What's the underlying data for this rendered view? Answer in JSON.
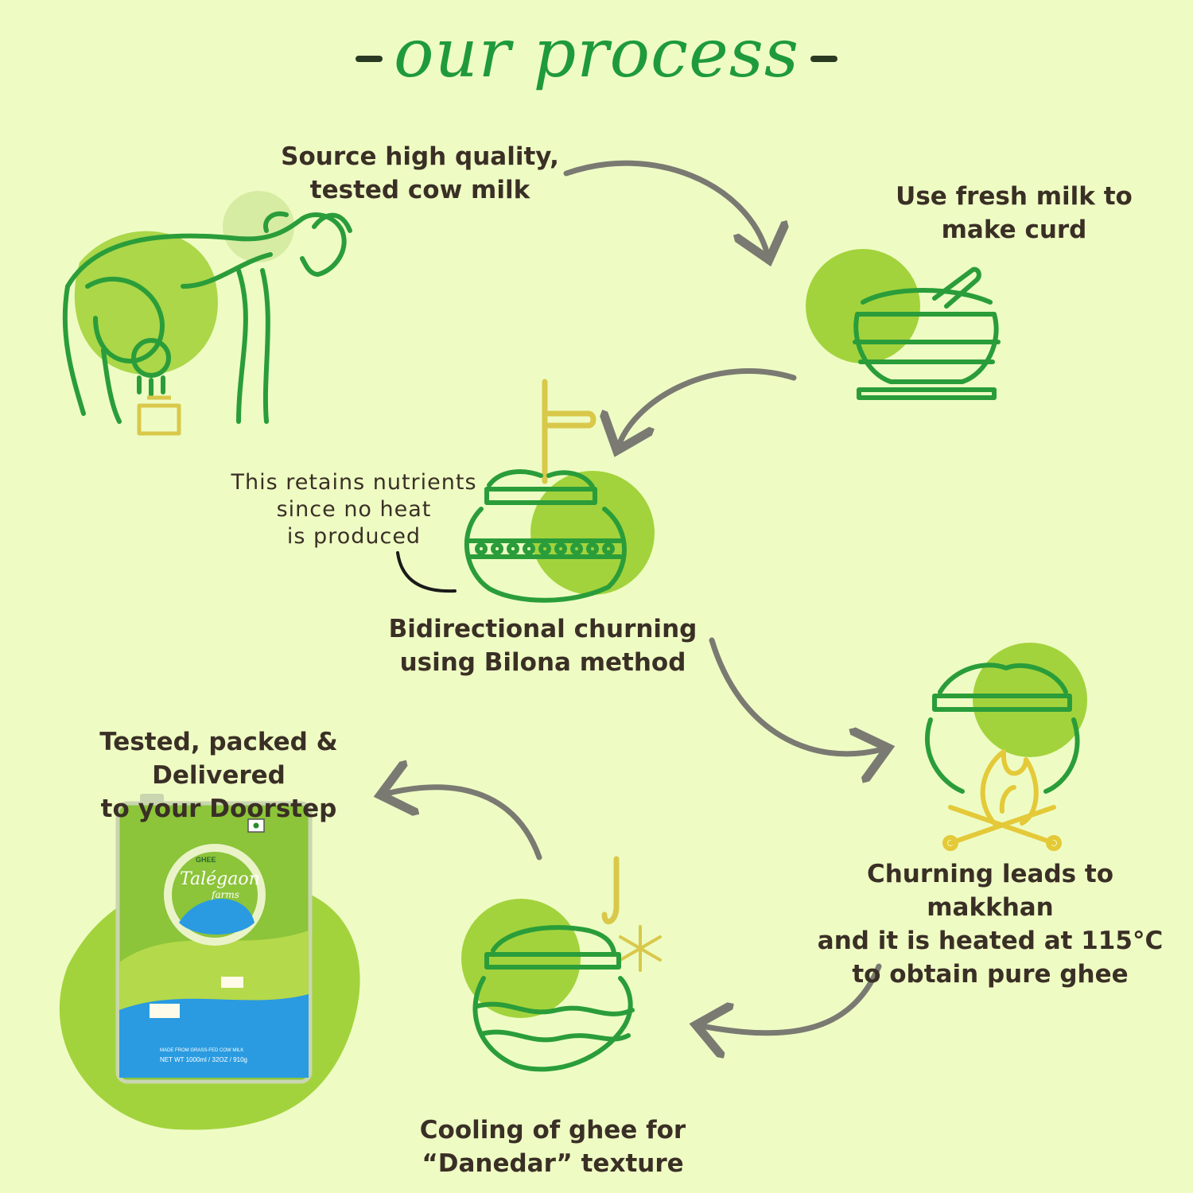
{
  "header": {
    "title": "our process"
  },
  "steps": {
    "source": "Source high quality,\ntested cow milk",
    "curd": "Use fresh milk to\nmake curd",
    "churning": "Bidirectional churning\nusing Bilona method",
    "note": "This retains nutrients\nsince no heat\nis produced",
    "heating": "Churning leads to makkhan\nand it is heated at 115°C\nto obtain pure ghee",
    "cooling": "Cooling of ghee for\n“Danedar” texture",
    "delivery": "Tested, packed & Delivered\nto your Doorstep"
  },
  "product": {
    "ghee_tag": "GHEE",
    "brand": "Talégaon",
    "brand_sub": "farms",
    "made_from": "MADE FROM GRASS-FED COW MILK",
    "net_wt": "NET WT 1000ml / 32OZ / 910g"
  },
  "colors": {
    "background": "#eefcc4",
    "title": "#1f9a3a",
    "line_art": "#2a9d3a",
    "blob": "#a3d33c",
    "arrow": "#7a7a72",
    "accent_yellow": "#d9c84a",
    "tin_blue": "#2a9be0"
  }
}
